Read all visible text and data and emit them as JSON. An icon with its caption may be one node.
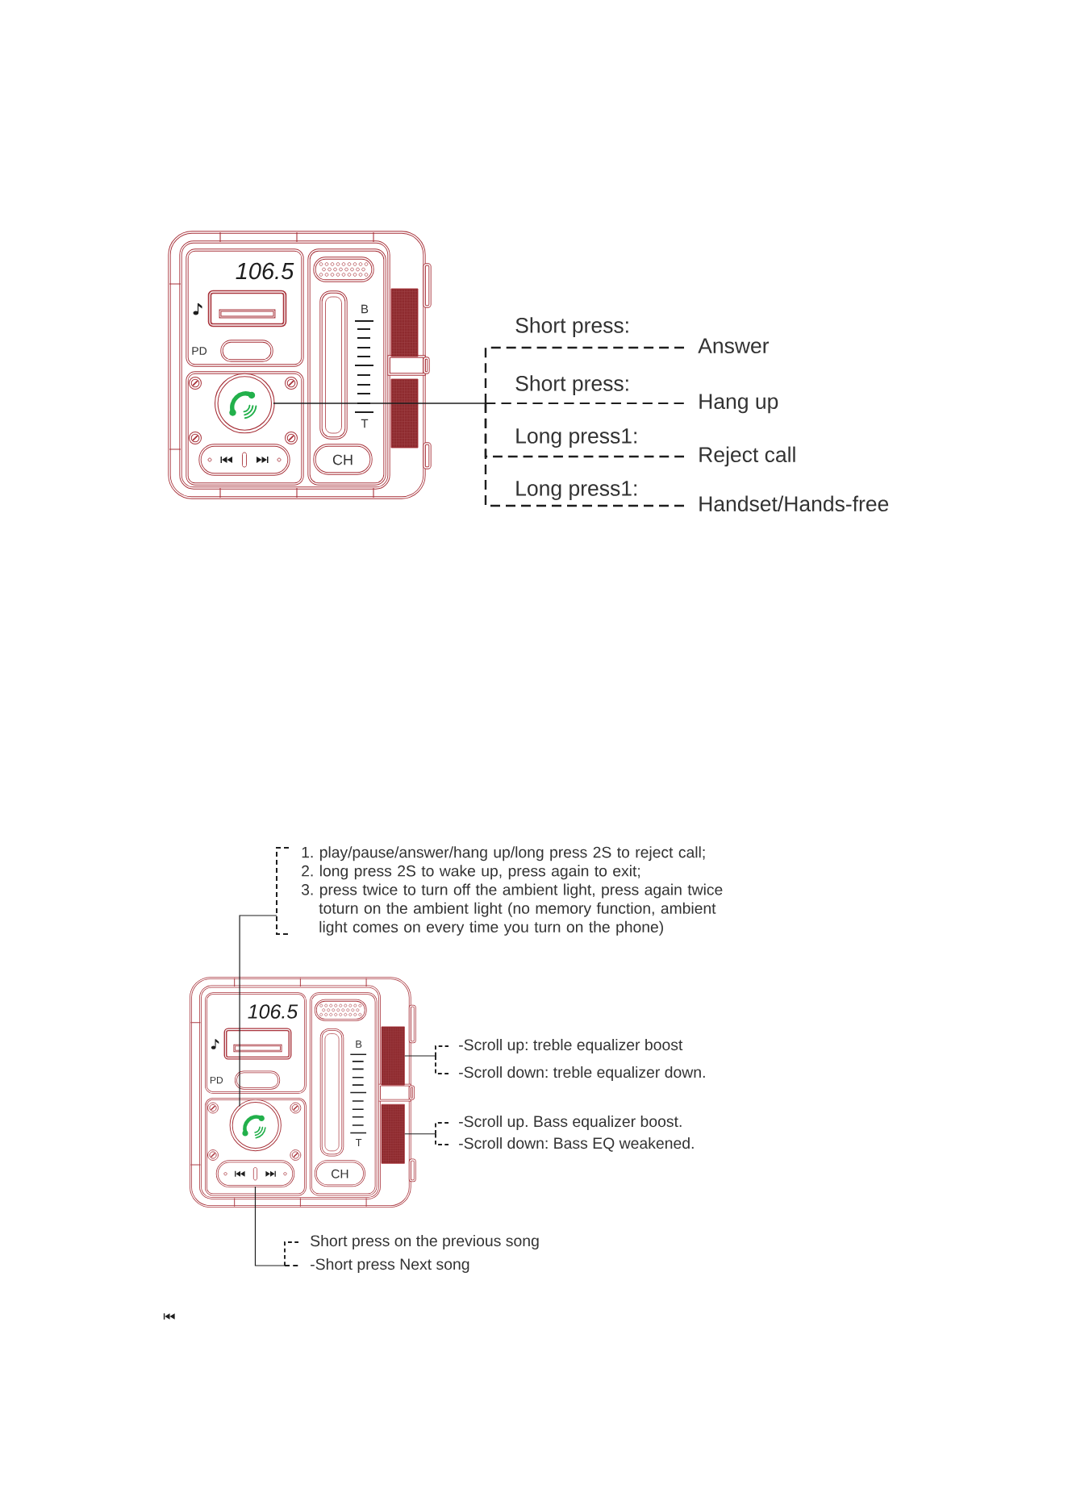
{
  "diagram": {
    "nodes": [
      {
        "text": [],
        "shape": "box"
      },
      {
        "text": [],
        "shape": "circle"
      },
      {
        "text": [],
        "shape": "box"
      },
      {
        "text": [],
        "shape": "box"
      },
      {
        "text": [
          "Answer"
        ]
      },
      {
        "text": [
          "Hang up"
        ]
      },
      {
        "text": [
          "Reject call"
        ]
      },
      {
        "text": [
          "Handset/Hands-free"
        ]
      },
      {
        "text": [
          "1. play/pause/answer/hang up/long press 2S to reject call;",
          "2. long press 2S to wake up, press again to exit;",
          "3. press twice to turn off the ambient light, press again twice toturn on the ambient light (no memory function, ambient light comes on every time you turn on the phone)"
        ]
      },
      {
        "text": [],
        "shape": "circle"
      },
      {
        "text": [],
        "shape": "box"
      },
      {
        "text": [
          "-Scroll up: treble equalizer boost"
        ]
      },
      {
        "text": [
          "-Scroll down: treble equalizer down."
        ]
      },
      {
        "text": [],
        "shape": "box"
      },
      {
        "text": [
          "-Scroll up. Bass equalizer boost."
        ]
      },
      {
        "text": [
          "-Scroll down: Bass EQ weakened."
        ]
      },
      {
        "text": [],
        "shape": "box"
      },
      {
        "text": [
          "Short press on the previous song"
        ]
      },
      {
        "text": [
          "-Short press Next song"
        ]
      }
    ],
    "edges": [
      {
        "from": 1,
        "to": 4,
        "arrow": "none",
        "label": "Short press:",
        "style": "dashed"
      },
      {
        "from": 1,
        "to": 5,
        "arrow": "none",
        "label": "Short press:"
      },
      {
        "from": 1,
        "to": 6,
        "arrow": "none",
        "label": "Long press1:",
        "style": "dashed"
      },
      {
        "from": 1,
        "to": 7,
        "arrow": "none",
        "label": "Long press1:",
        "style": "dashed"
      },
      {
        "from": 9,
        "to": 8,
        "arrow": "none"
      },
      {
        "from": 10,
        "to": 11,
        "arrow": "none"
      },
      {
        "from": 10,
        "to": 12,
        "arrow": "none"
      },
      {
        "from": 13,
        "to": 14,
        "arrow": "none"
      },
      {
        "from": 13,
        "to": 15,
        "arrow": "none"
      },
      {
        "from": 16,
        "to": 17,
        "arrow": "none"
      },
      {
        "from": 16,
        "to": 18,
        "arrow": "none"
      }
    ],
    "labels": [
      "106.5",
      "B",
      "PD",
      "T",
      "CH",
      "106.5",
      "B",
      "PD",
      "T",
      "CH"
    ]
  }
}
